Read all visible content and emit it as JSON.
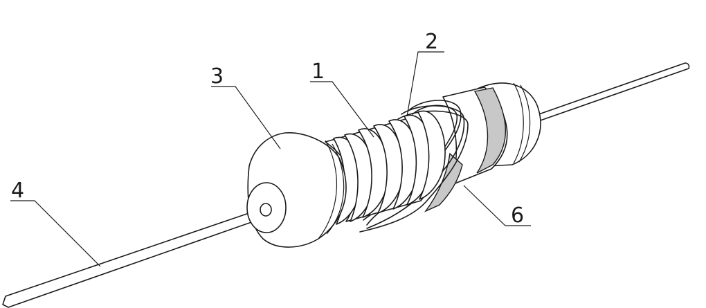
{
  "labels": {
    "part_1": "1",
    "part_2": "2",
    "part_3": "3",
    "part_4": "4",
    "part_6": "6"
  },
  "colors": {
    "line": "#1a1a1a",
    "band": "#c8c8c8",
    "background": "#ffffff"
  }
}
